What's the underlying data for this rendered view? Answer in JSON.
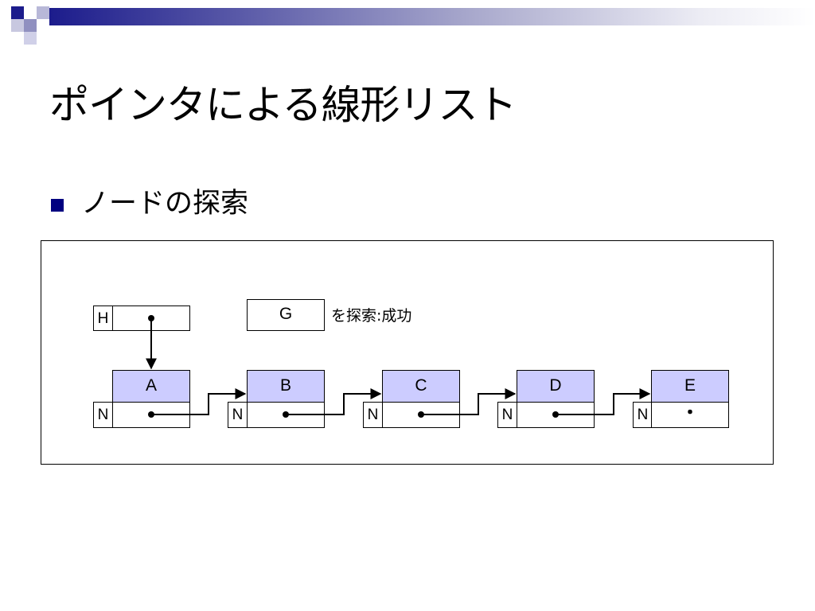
{
  "slide": {
    "title": "ポインタによる線形リスト",
    "bullet": "ノードの探索"
  },
  "diagram": {
    "head_label": "H",
    "search_key": "G",
    "search_result": "を探索:成功",
    "null_label": "N",
    "terminator": "・",
    "nodes": [
      "A",
      "B",
      "C",
      "D",
      "E"
    ]
  },
  "colors": {
    "banner_dark": "#1c1c8c",
    "node_fill": "#ccccff",
    "bullet": "#000080"
  }
}
